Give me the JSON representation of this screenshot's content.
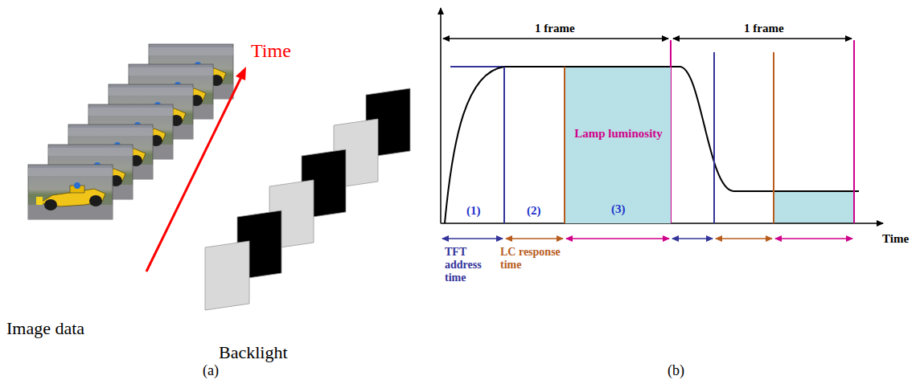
{
  "diagram": {
    "nodes": [
      {
        "text": [
          "Lamp luminosity",
          "(3)"
        ]
      }
    ],
    "labels": [
      "Image data",
      "Time",
      "Backlight",
      "(a)",
      "1 frame",
      "1 frame",
      "(1)",
      "(2)",
      "TFT address time",
      "LC response time",
      "Time",
      "(b)"
    ]
  }
}
